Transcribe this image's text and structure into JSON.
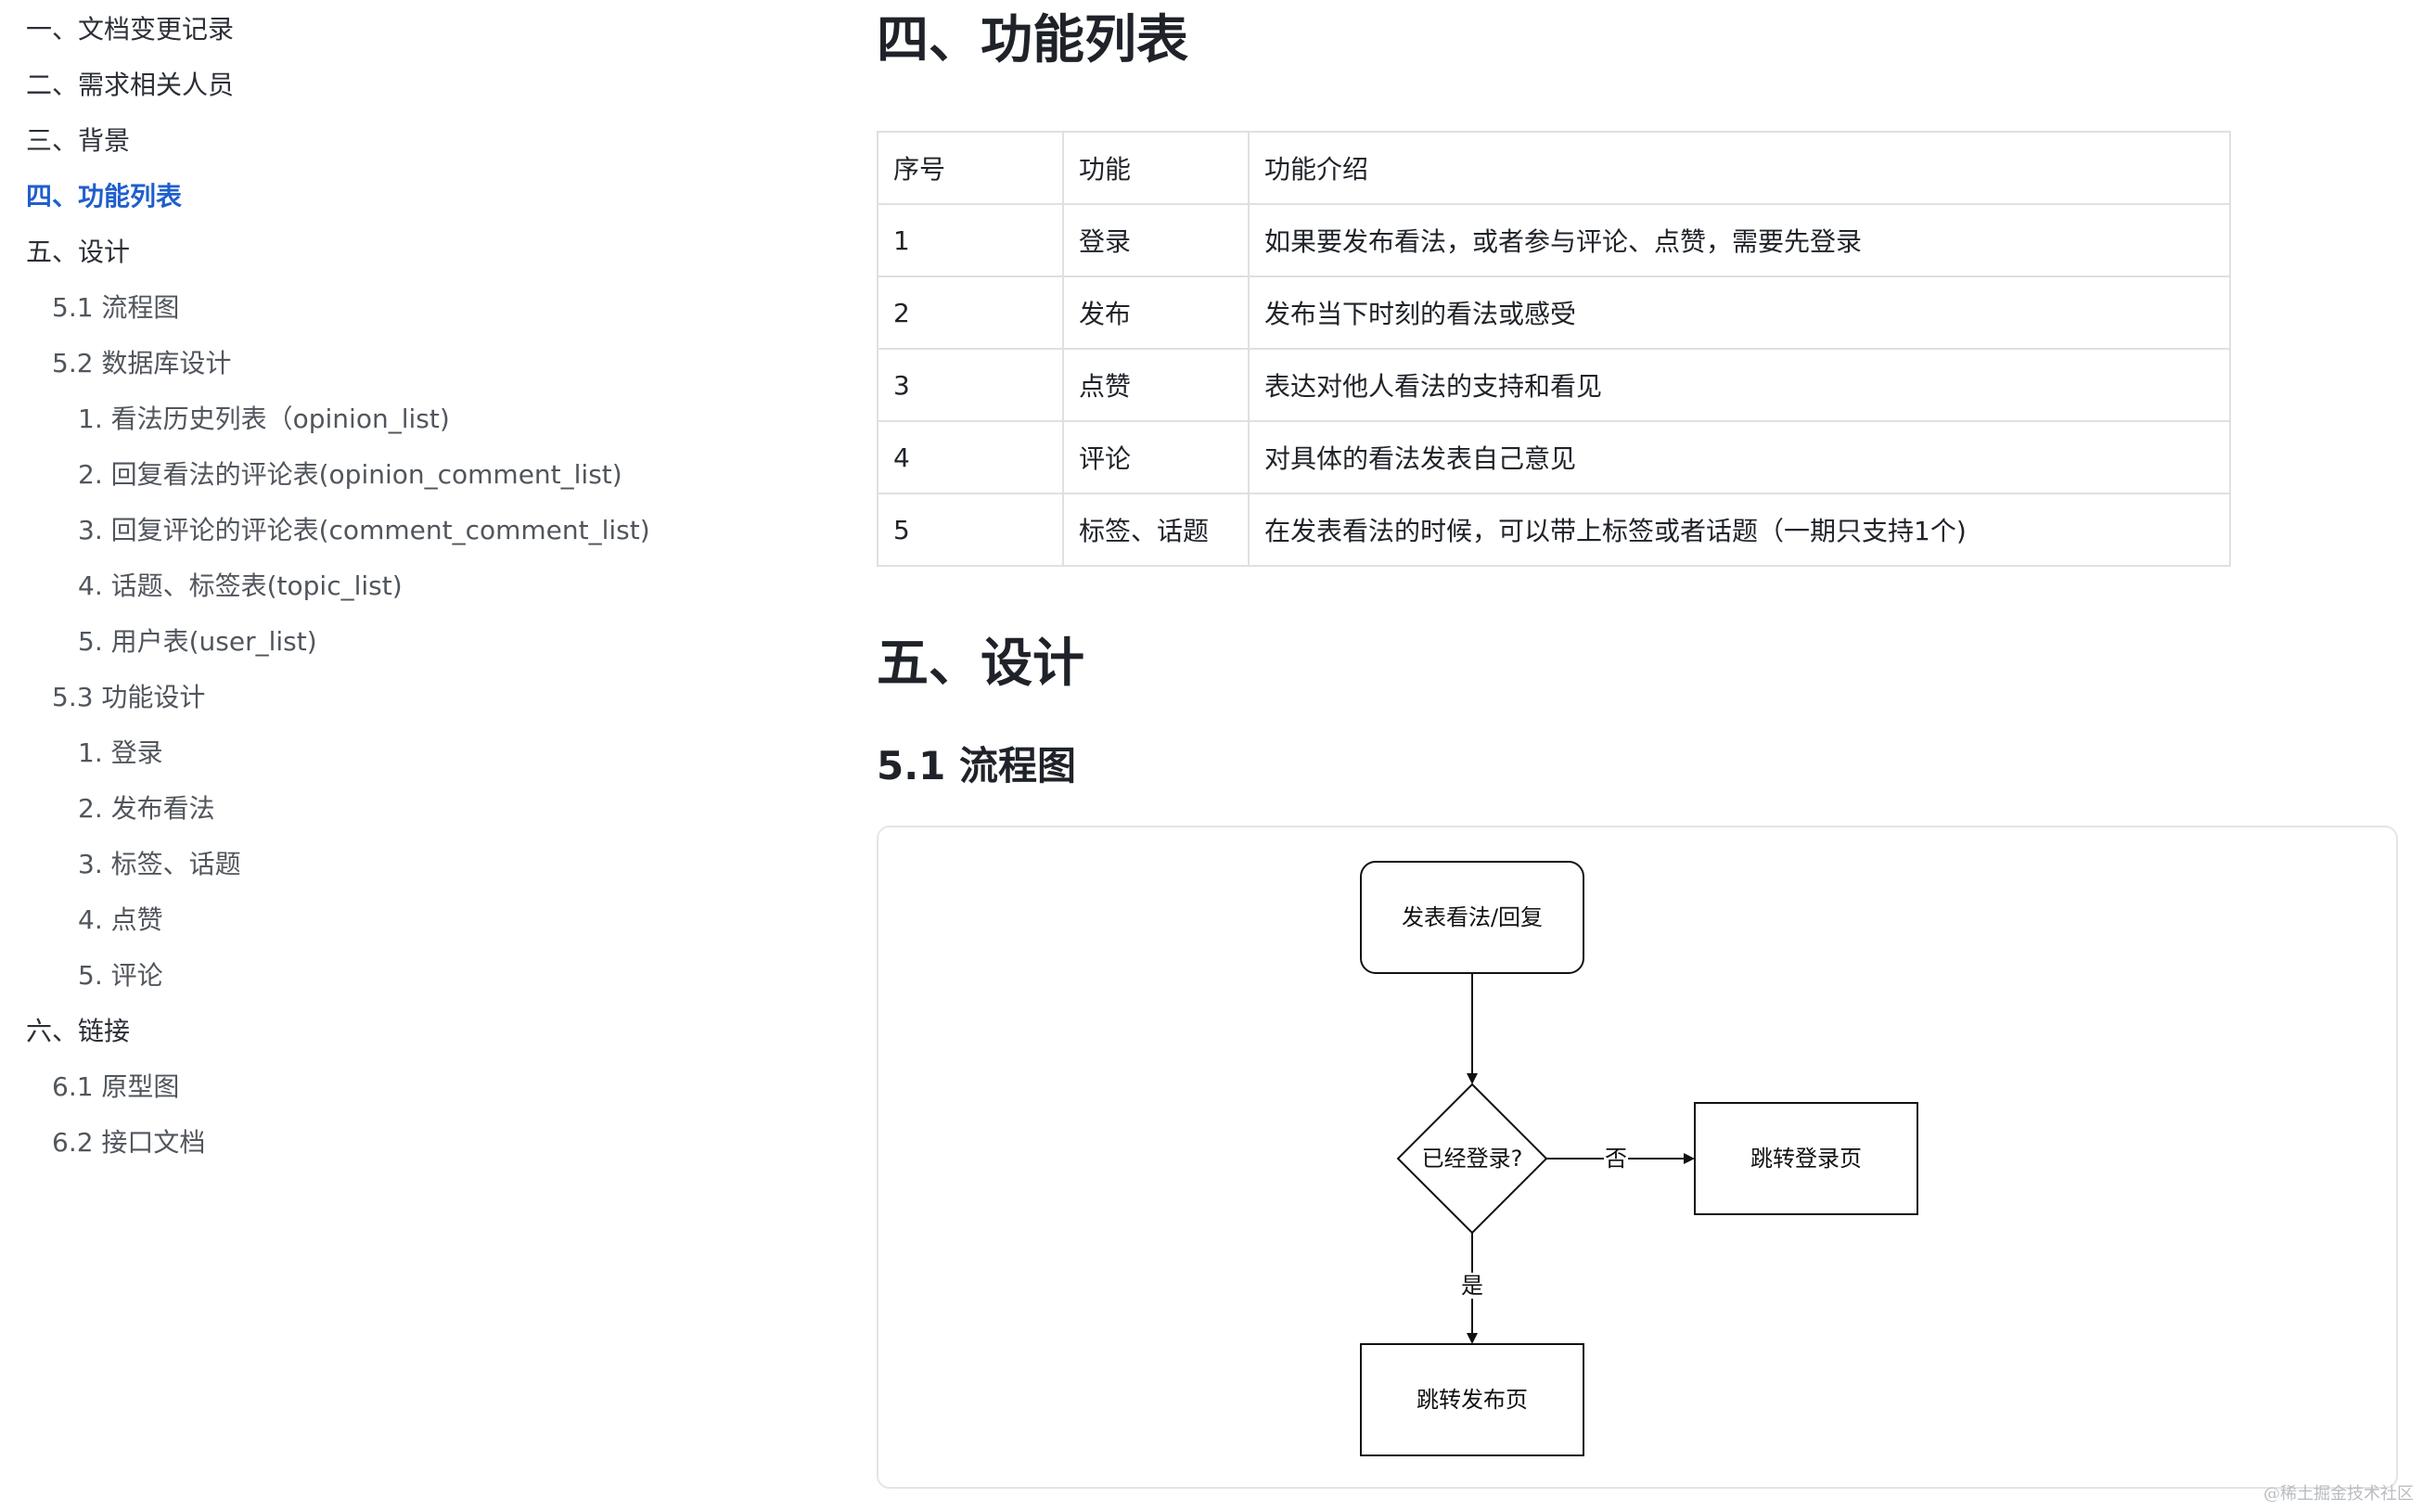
{
  "toc": {
    "items": [
      {
        "label": "一、文档变更记录",
        "level": 1,
        "active": false
      },
      {
        "label": "二、需求相关人员",
        "level": 1,
        "active": false
      },
      {
        "label": "三、背景",
        "level": 1,
        "active": false
      },
      {
        "label": "四、功能列表",
        "level": 1,
        "active": true
      },
      {
        "label": "五、设计",
        "level": 1,
        "active": false
      },
      {
        "label": "5.1 流程图",
        "level": 2,
        "active": false
      },
      {
        "label": "5.2 数据库设计",
        "level": 2,
        "active": false
      },
      {
        "label": "1. 看法历史列表（opinion_list)",
        "level": 3,
        "active": false
      },
      {
        "label": "2. 回复看法的评论表(opinion_comment_list)",
        "level": 3,
        "active": false
      },
      {
        "label": "3. 回复评论的评论表(comment_comment_list)",
        "level": 3,
        "active": false
      },
      {
        "label": "4. 话题、标签表(topic_list)",
        "level": 3,
        "active": false
      },
      {
        "label": "5. 用户表(user_list)",
        "level": 3,
        "active": false
      },
      {
        "label": "5.3 功能设计",
        "level": 2,
        "active": false
      },
      {
        "label": "1. 登录",
        "level": 3,
        "active": false
      },
      {
        "label": "2. 发布看法",
        "level": 3,
        "active": false
      },
      {
        "label": "3. 标签、话题",
        "level": 3,
        "active": false
      },
      {
        "label": "4. 点赞",
        "level": 3,
        "active": false
      },
      {
        "label": "5. 评论",
        "level": 3,
        "active": false
      },
      {
        "label": "六、链接",
        "level": 1,
        "active": false
      },
      {
        "label": "6.1 原型图",
        "level": 2,
        "active": false
      },
      {
        "label": "6.2 接口文档",
        "level": 2,
        "active": false
      }
    ]
  },
  "content": {
    "section4_title": "四、功能列表",
    "table": {
      "headers": [
        "序号",
        "功能",
        "功能介绍"
      ],
      "rows": [
        [
          "1",
          "登录",
          "如果要发布看法，或者参与评论、点赞，需要先登录"
        ],
        [
          "2",
          "发布",
          "发布当下时刻的看法或感受"
        ],
        [
          "3",
          "点赞",
          "表达对他人看法的支持和看见"
        ],
        [
          "4",
          "评论",
          "对具体的看法发表自己意见"
        ],
        [
          "5",
          "标签、话题",
          "在发表看法的时候，可以带上标签或者话题（一期只支持1个)"
        ]
      ]
    },
    "section5_title": "五、设计",
    "section51_title": "5.1 流程图",
    "flowchart": {
      "start": "发表看法/回复",
      "decision": "已经登录?",
      "no_label": "否",
      "yes_label": "是",
      "no_target": "跳转登录页",
      "yes_target": "跳转发布页"
    }
  },
  "watermark": "@稀土掘金技术社区",
  "colors": {
    "active_link": "#1f5fcc",
    "table_border": "#dee0e3",
    "text": "#1f2329"
  }
}
